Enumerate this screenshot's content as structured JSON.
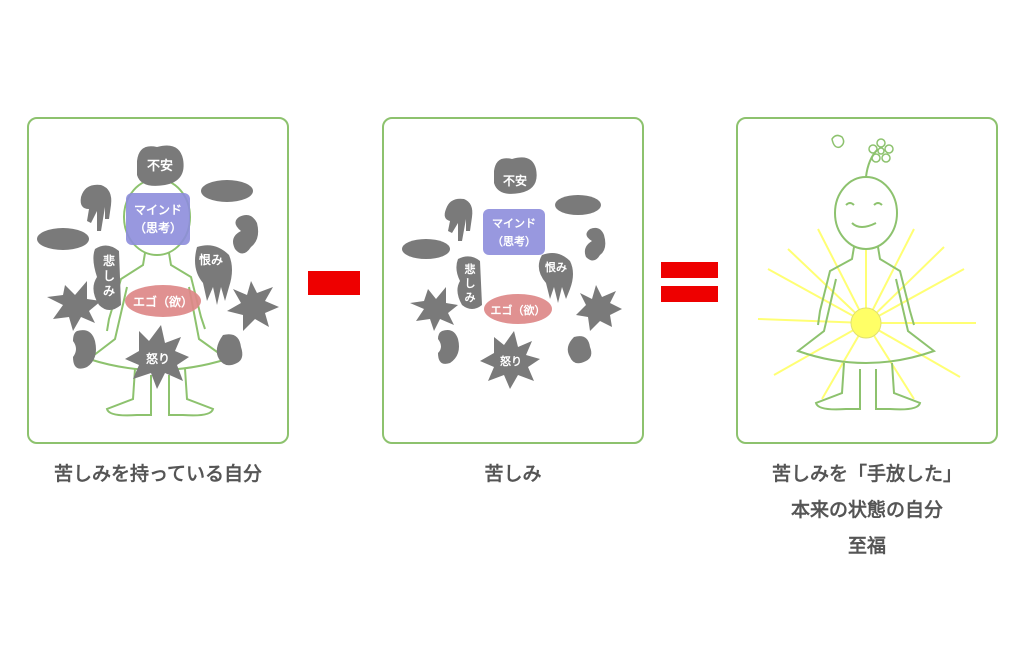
{
  "panels": {
    "with_suffering": {
      "labels": {
        "anxiety": "不安",
        "mind_line1": "マインド",
        "mind_line2": "（思考）",
        "sorrow_line1": "悲",
        "sorrow_line2": "し",
        "sorrow_line3": "み",
        "grudge": "恨み",
        "ego": "エゴ（欲）",
        "anger": "怒り"
      },
      "caption": "苦しみを持っている自分"
    },
    "suffering": {
      "labels": {
        "anxiety": "不安",
        "mind_line1": "マインド",
        "mind_line2": "（思考）",
        "sorrow_line1": "悲",
        "sorrow_line2": "し",
        "sorrow_line3": "み",
        "grudge": "恨み",
        "ego": "エゴ（欲）",
        "anger": "怒り"
      },
      "caption": "苦しみ"
    },
    "released": {
      "caption_lines": [
        "苦しみを「手放した」",
        "本来の状態の自分",
        "至福"
      ]
    }
  },
  "operators": {
    "minus": "minus-sign",
    "equals": "equals-sign"
  },
  "colors": {
    "frame": "#8dc26e",
    "blob": "#7a7a7a",
    "mind": "#8d8ddc",
    "ego": "#dd8888",
    "operator": "#ee0000",
    "glow": "#ffff66",
    "caption": "#555555"
  }
}
